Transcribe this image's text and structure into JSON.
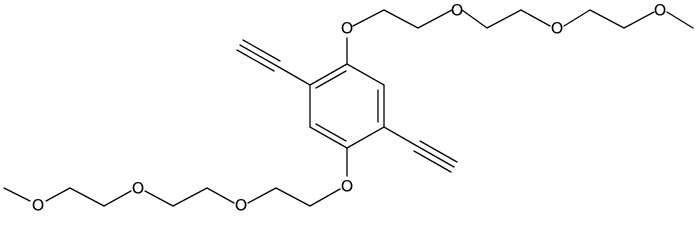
{
  "structure": {
    "atom_labels": {
      "o_upper_ring": "O",
      "o_upper_chain_1": "O",
      "o_upper_chain_2": "O",
      "o_upper_methoxy": "O",
      "o_lower_ring": "O",
      "o_lower_chain_1": "O",
      "o_lower_chain_2": "O",
      "o_lower_methoxy": "O"
    },
    "colors": {
      "bond": "#000000",
      "label": "#000000",
      "background": "#ffffff"
    }
  }
}
